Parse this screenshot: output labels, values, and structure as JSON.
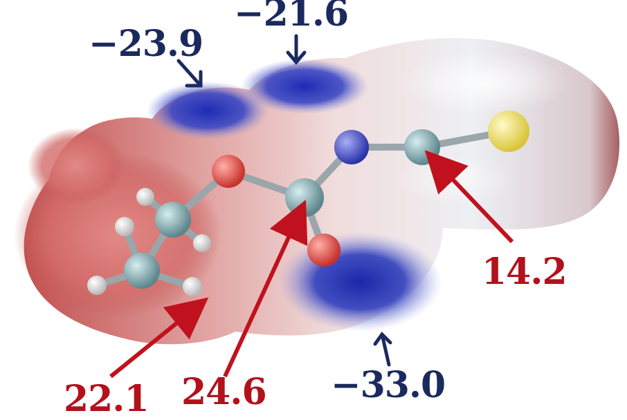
{
  "labels": {
    "top_left": "−23.9",
    "top_center": "−21.6",
    "right": "14.2",
    "bottom_left": "22.1",
    "bottom_center": "24.6",
    "bottom_right": "−33.0"
  },
  "colors": {
    "negative_label": "#1b2a5e",
    "positive_label": "#b3111c",
    "surface_negative": "#1f2fb0",
    "surface_positive": "#d86a6a",
    "surface_neutral": "#eef0f4",
    "atom_carbon": "#6f9aa0",
    "atom_oxygen": "#e04a42",
    "atom_nitrogen": "#3b44c4",
    "atom_sulfur": "#f0e25a",
    "atom_hydrogen": "#f2f2f2"
  }
}
